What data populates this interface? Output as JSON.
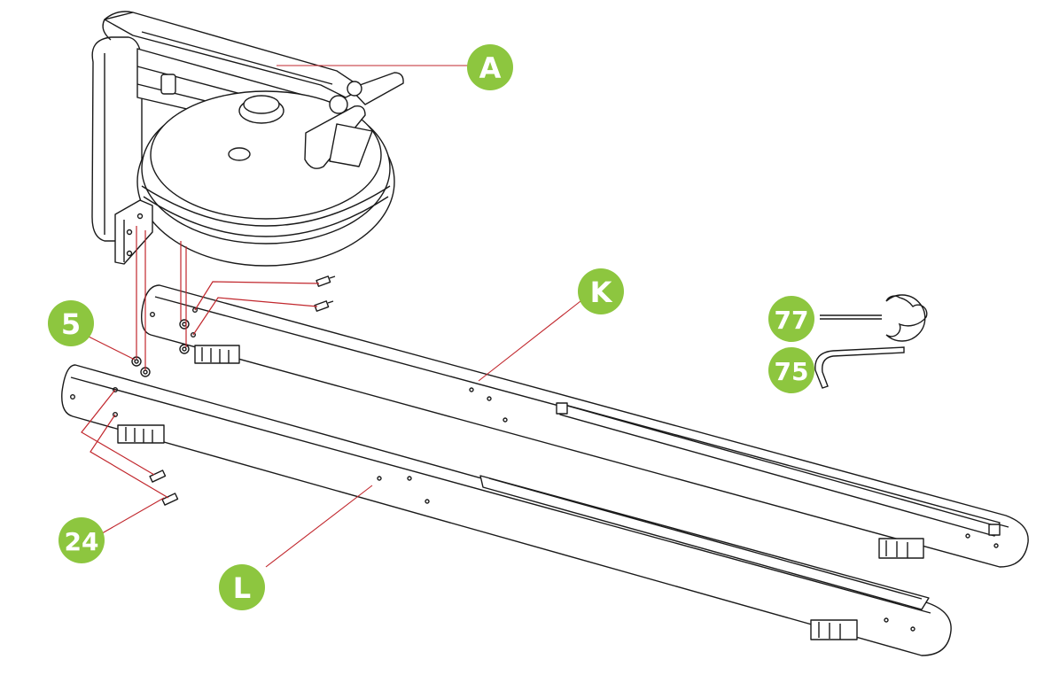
{
  "colors": {
    "callout_fill": "#8DC63F",
    "callout_text": "#FFFFFF",
    "leader_line": "#C1272D",
    "outline": "#1A1A1A",
    "rail_fill": "#FFFFFF"
  },
  "callouts": {
    "A": "A",
    "K": "K",
    "L": "L",
    "n5": "5",
    "n24": "24",
    "n77": "77",
    "n75": "75"
  },
  "icons": {
    "tool_77": "wrench-key-icon",
    "tool_75": "allen-key-icon"
  }
}
